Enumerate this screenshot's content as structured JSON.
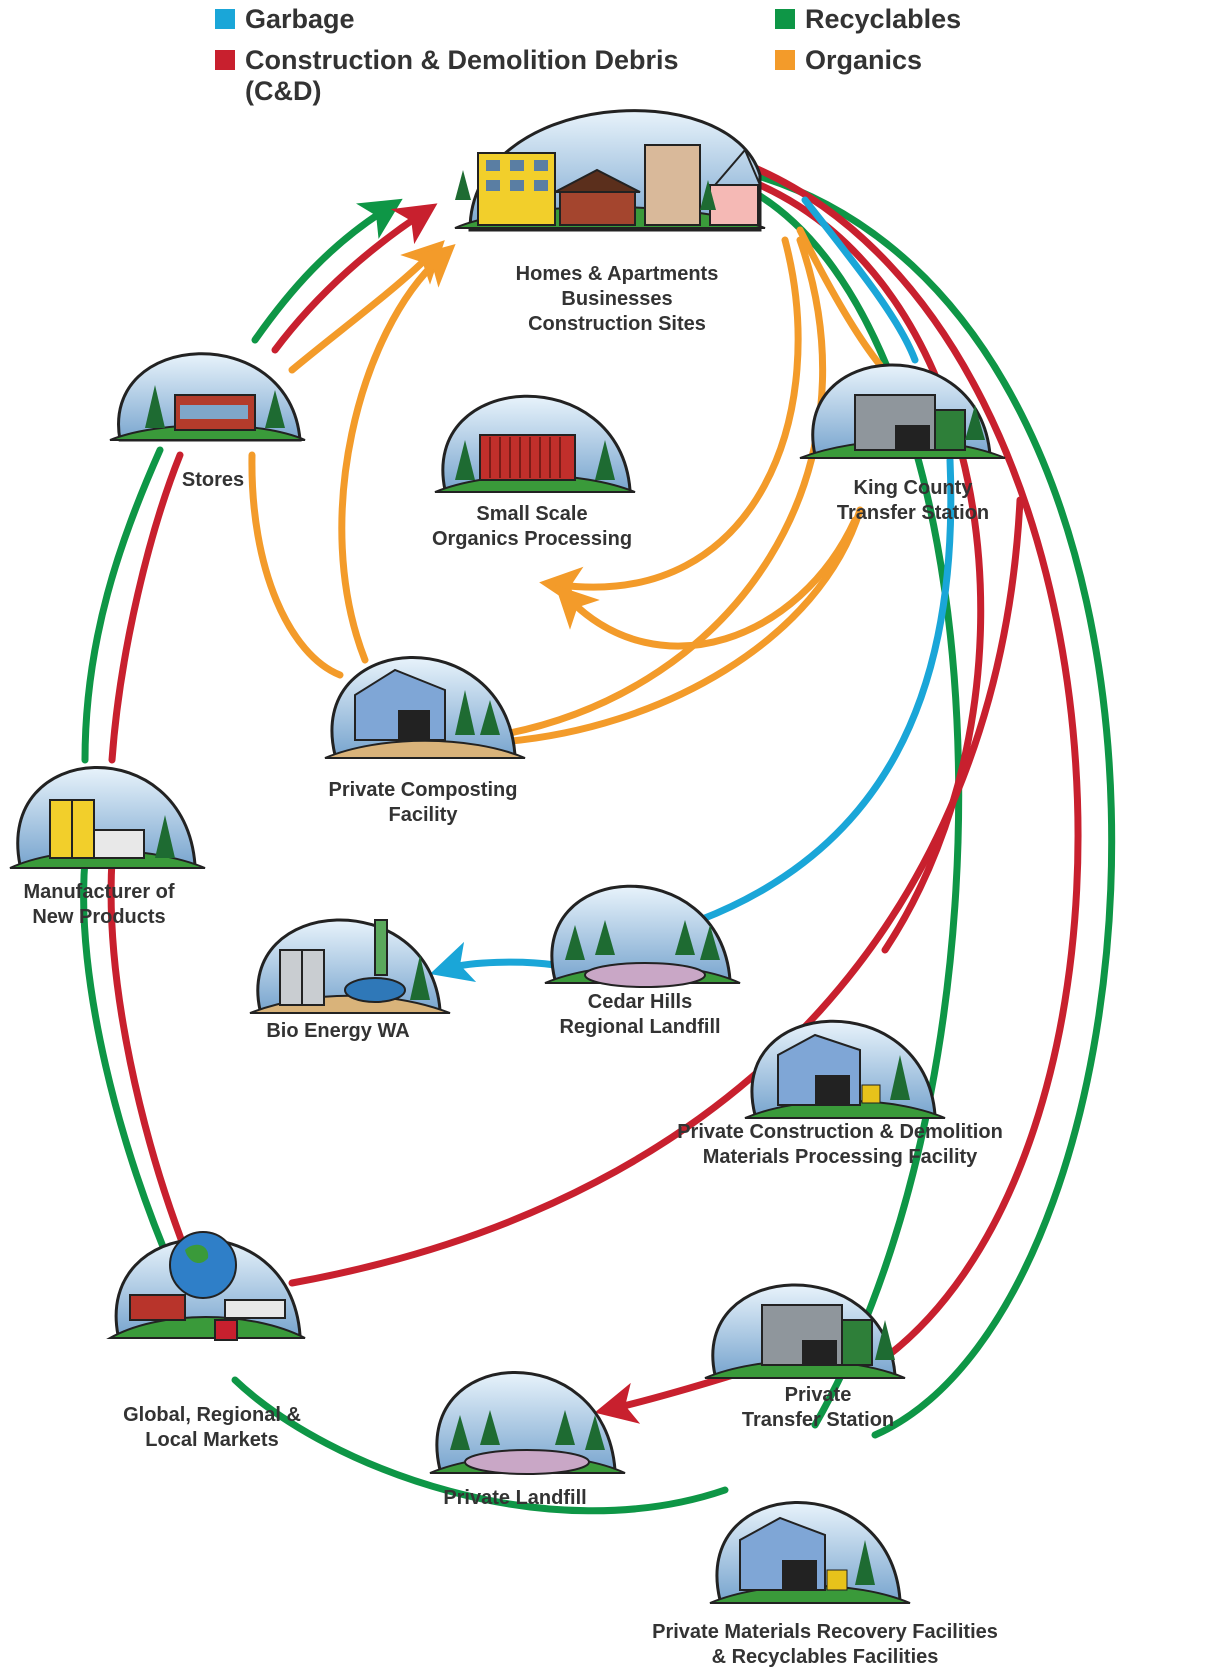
{
  "legend": {
    "garbage": {
      "label": "Garbage",
      "color": "#1aa6d8"
    },
    "cd": {
      "label": "Construction & Demolition Debris",
      "label2": "(C&D)",
      "color": "#c8202e"
    },
    "recyclables": {
      "label": "Recyclables",
      "color": "#0e9646"
    },
    "organics": {
      "label": "Organics",
      "color": "#f39b2a"
    }
  },
  "nodes": {
    "homes": {
      "line1": "Homes & Apartments",
      "line2": "Businesses",
      "line3": "Construction Sites",
      "icon": "buildings-icon"
    },
    "stores": {
      "line1": "Stores",
      "icon": "store-icon"
    },
    "small_scale": {
      "line1": "Small Scale",
      "line2": "Organics Processing",
      "icon": "container-icon"
    },
    "king_county": {
      "line1": "King County",
      "line2": "Transfer Station",
      "icon": "transfer-station-icon"
    },
    "composting": {
      "line1": "Private  Composting",
      "line2": "Facility",
      "icon": "compost-barn-icon"
    },
    "manufacturer": {
      "line1": "Manufacturer of",
      "line2": "New Products",
      "icon": "factory-icon"
    },
    "cedar_hills": {
      "line1": "Cedar Hills",
      "line2": "Regional Landfill",
      "icon": "landfill-icon"
    },
    "bio_energy": {
      "line1": "Bio Energy WA",
      "icon": "bioenergy-plant-icon"
    },
    "cd_facility": {
      "line1": "Private Construction & Demolition",
      "line2": "Materials Processing Facility",
      "icon": "cd-facility-icon"
    },
    "markets": {
      "line1": "Global, Regional &",
      "line2": "Local Markets",
      "icon": "globe-icon"
    },
    "private_transfer": {
      "line1": "Private",
      "line2": "Transfer Station",
      "icon": "transfer-station-icon"
    },
    "private_landfill": {
      "line1": "Private Landfill",
      "icon": "landfill-icon"
    },
    "mrf": {
      "line1": "Private Materials Recovery Facilities",
      "line2": "& Recyclables Facilities",
      "icon": "mrf-icon"
    }
  }
}
